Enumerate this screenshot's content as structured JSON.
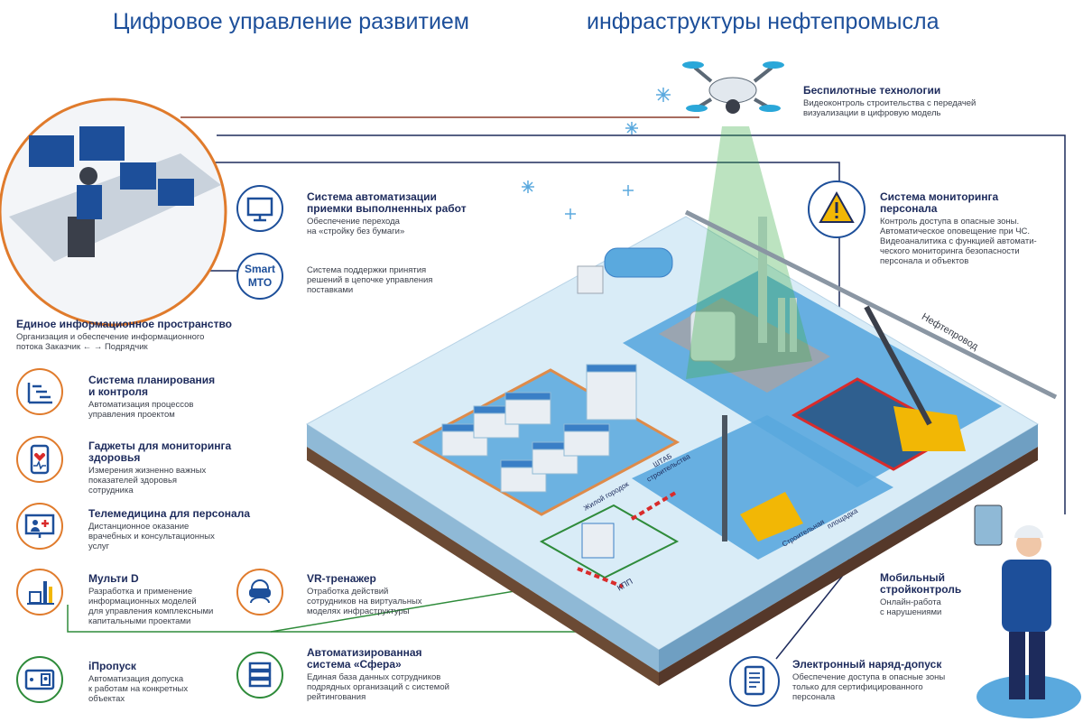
{
  "header": {
    "title_left": "Цифровое управление развитием",
    "title_right": "инфраструктуры нефтепромысла"
  },
  "colors": {
    "navy": "#1d2b5c",
    "blue": "#1d4f9a",
    "orange": "#e07b2c",
    "green": "#2e8b3a",
    "water": "#5aa9de",
    "red": "#d92b2b"
  },
  "features": {
    "drones": {
      "title": "Беспилотные технологии",
      "desc_1": "Видеоконтроль строительства с передачей",
      "desc_2": "визуализации в цифровую модель"
    },
    "acceptance": {
      "title_1": "Система автоматизации",
      "title_2": "приемки выполненных работ",
      "desc_1": "Обеспечение перехода",
      "desc_2": "на «стройку без бумаги»"
    },
    "smart_mto": {
      "icon_label_1": "Smart",
      "icon_label_2": "МТО",
      "desc_1": "Система поддержки принятия",
      "desc_2": "решений в цепочке управления",
      "desc_3": "поставками"
    },
    "monitoring": {
      "title_1": "Система мониторинга",
      "title_2": "персонала",
      "desc_1": "Контроль доступа в опасные зоны.",
      "desc_2": "Автоматическое оповещение при ЧС.",
      "desc_3": "Видеоаналитика с функцией автомати-",
      "desc_4": "ческого мониторинга безопасности",
      "desc_5": "персонала и объектов"
    },
    "info_space": {
      "title": "Единое информационное пространство",
      "desc_1": "Организация и обеспечение информационного",
      "desc_2": "потока Заказчик ← → Подрядчик"
    },
    "planning": {
      "title_1": "Система планирования",
      "title_2": "и контроля",
      "desc_1": "Автоматизация процессов",
      "desc_2": "управления проектом"
    },
    "gadgets": {
      "title_1": "Гаджеты для мониторинга",
      "title_2": "здоровья",
      "desc_1": "Измерения жизненно важных",
      "desc_2": "показателей здоровья",
      "desc_3": "сотрудника"
    },
    "telemedicine": {
      "title": "Телемедицина для персонала",
      "desc_1": "Дистанционное оказание",
      "desc_2": "врачебных и консультационных",
      "desc_3": "услуг"
    },
    "multi_d": {
      "title": "Мульти D",
      "desc_1": "Разработка и применение",
      "desc_2": "информационных моделей",
      "desc_3": "для управления комплексными",
      "desc_4": "капитальными проектами"
    },
    "vr": {
      "title": "VR-тренажер",
      "desc_1": "Отработка действий",
      "desc_2": "сотрудников на виртуальных",
      "desc_3": "моделях инфраструктуры"
    },
    "ipass": {
      "title": "iПропуск",
      "desc_1": "Автоматизация допуска",
      "desc_2": "к работам на конкретных",
      "desc_3": "объектах"
    },
    "sfera": {
      "title_1": "Автоматизированная",
      "title_2": "система «Сфера»",
      "desc_1": "Единая база данных сотрудников",
      "desc_2": "подрядных организаций с системой",
      "desc_3": "рейтингования"
    },
    "mobile": {
      "title_1": "Мобильный",
      "title_2": "стройконтроль",
      "desc_1": "Онлайн-работа",
      "desc_2": "с нарушениями"
    },
    "permit": {
      "title": "Электронный наряд-допуск",
      "desc_1": "Обеспечение доступа в опасные зоны",
      "desc_2": "только для сертифицированного",
      "desc_3": "персонала"
    }
  },
  "scene_labels": {
    "pipeline": "Нефтепровод",
    "camp": "Жилой городок",
    "hq_1": "ШТАБ",
    "hq_2": "строительства",
    "checkpoint": "КПП",
    "site_1": "Строительная",
    "site_2": "площадка"
  },
  "icons": [
    "monitor-icon",
    "gantt-chart-icon",
    "heart-phone-icon",
    "telemedicine-icon",
    "plant-model-icon",
    "vr-headset-icon",
    "id-card-icon",
    "database-icon",
    "tablet-document-icon",
    "warning-icon",
    "drone-icon"
  ]
}
